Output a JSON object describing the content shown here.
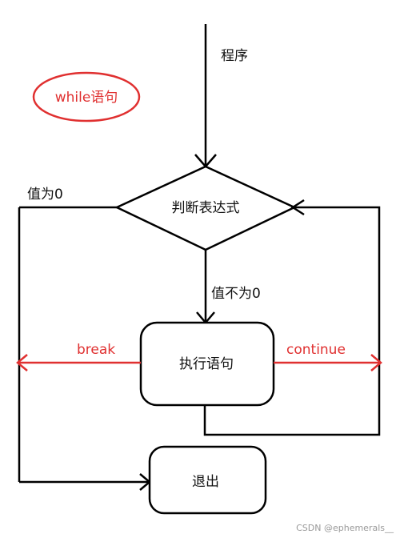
{
  "badge": {
    "text": "while语句",
    "color": "#e03030"
  },
  "labels": {
    "entry": "程序",
    "condition": "判断表达式",
    "false_branch": "值为0",
    "true_branch": "值不为0",
    "statement": "执行语句",
    "break": "break",
    "continue": "continue",
    "exit": "退出"
  },
  "watermark": "CSDN @ephemerals__",
  "colors": {
    "line": "#000000",
    "accent": "#e03030"
  }
}
